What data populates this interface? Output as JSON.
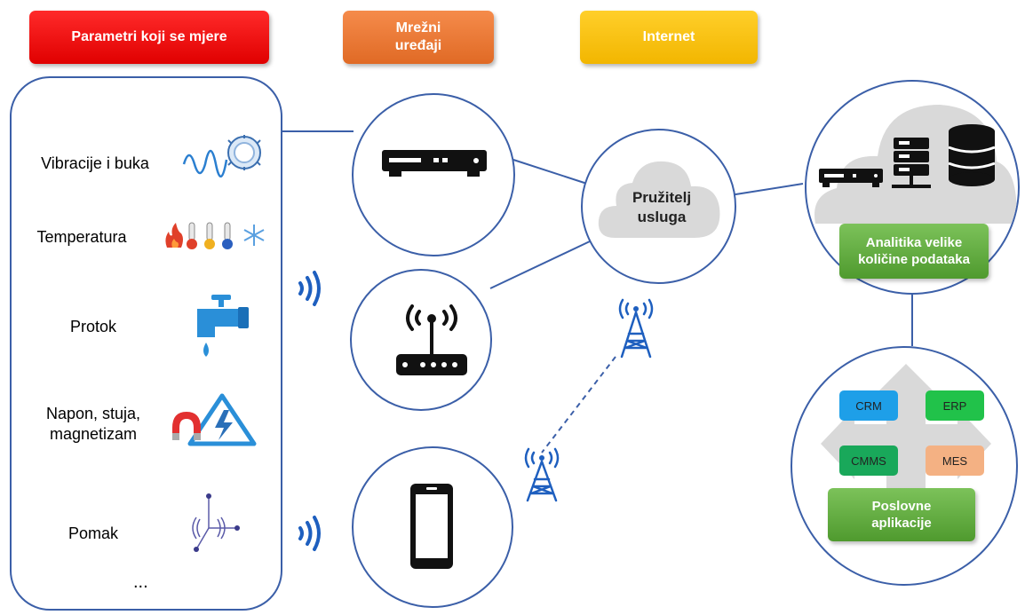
{
  "headers": {
    "parameters": "Parametri koji se mjere",
    "network_devices": "Mrežni uređaji",
    "internet": "Internet"
  },
  "parameters": [
    {
      "label": "Vibracije i buka",
      "icon": "vibration-noise-icon"
    },
    {
      "label": "Temperatura",
      "icon": "temperature-icon"
    },
    {
      "label": "Protok",
      "icon": "water-tap-icon"
    },
    {
      "label": "Napon, stuja, magnetizam",
      "icon": "high-voltage-magnet-icon"
    },
    {
      "label": "Pomak",
      "icon": "displacement-axes-icon"
    }
  ],
  "ellipsis": "...",
  "devices": [
    "router-icon",
    "wifi-router-icon",
    "smartphone-icon"
  ],
  "provider": "Pružitelj usluga",
  "analytics": "Analitika velike količine podataka",
  "business_apps": {
    "label": "Poslovne aplikacije",
    "apps": [
      {
        "name": "CRM",
        "color": "#1e9fe8"
      },
      {
        "name": "ERP",
        "color": "#21c24a"
      },
      {
        "name": "CMMS",
        "color": "#19a85a"
      },
      {
        "name": "MES",
        "color": "#f4b183"
      }
    ]
  },
  "colors": {
    "border": "#3b5fa8",
    "wireless": "#1e5fbf",
    "header_red": "#e00000",
    "header_orange": "#e87a3a",
    "header_yellow": "#f5bf10",
    "green": "#5aa83a",
    "cloud": "#d9d9d9"
  }
}
